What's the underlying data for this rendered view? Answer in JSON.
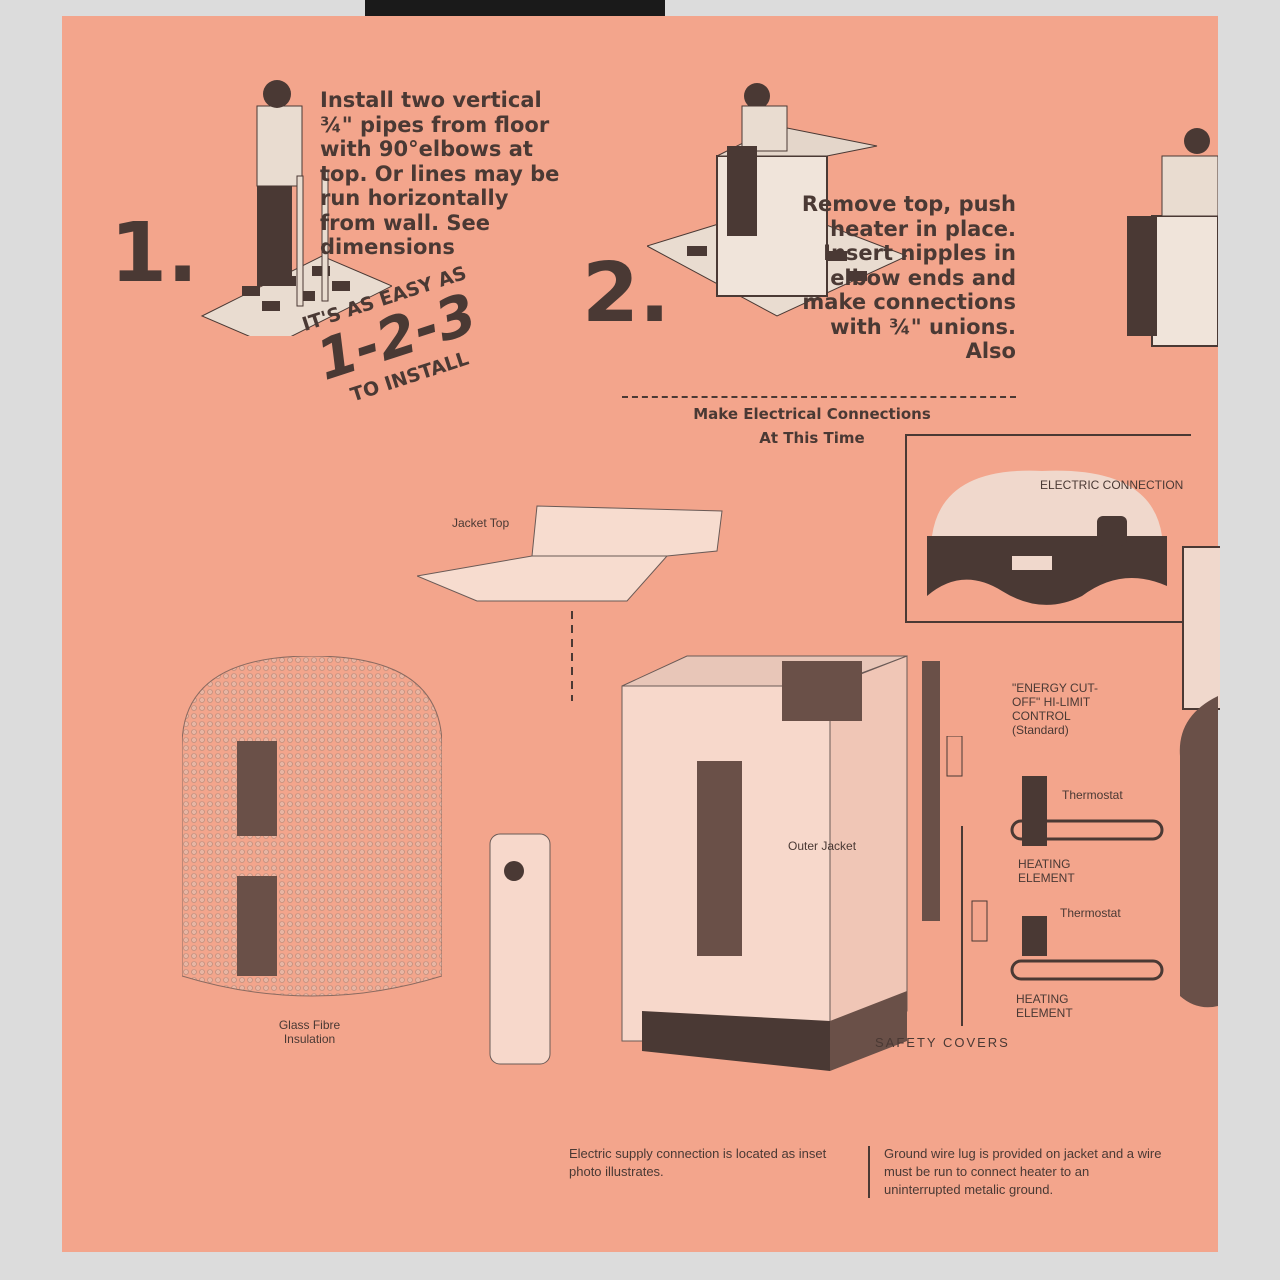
{
  "step1": {
    "number": "1.",
    "text": "Install two vertical ¾\" pipes from floor with 90°elbows at top. Or lines may be run horizontally from wall. See dimensions"
  },
  "step2": {
    "number": "2.",
    "text": "Remove top, push heater in place. Insert nipples in elbow ends and make connections with ¾\" unions. Also"
  },
  "electrical_note": {
    "line1": "Make Electrical Connections",
    "line2": "At This Time"
  },
  "slogan": {
    "top": "IT'S AS EASY AS",
    "big": "1-2-3",
    "bottom": "TO INSTALL"
  },
  "labels": {
    "jacket_top": "Jacket Top",
    "electric_connection": "ELECTRIC CONNECTION",
    "energy_cutoff": "\"ENERGY CUT-OFF\" HI-LIMIT CONTROL (Standard)",
    "thermostat_1": "Thermostat",
    "thermostat_2": "Thermostat",
    "heating_element_1": "HEATING ELEMENT",
    "heating_element_2": "HEATING ELEMENT",
    "outer_jacket": "Outer Jacket",
    "glass_fibre": "Glass Fibre Insulation",
    "safety_covers": "SAFETY COVERS"
  },
  "captions": {
    "left": "Electric supply connection is located as inset photo illustrates.",
    "right": "Ground wire lug is provided on jacket and a wire must be run to connect heater to an uninterrupted metalic ground."
  },
  "colors": {
    "paper": "#f3a58c",
    "ink": "#4a3934",
    "background": "#dcdcdc"
  }
}
